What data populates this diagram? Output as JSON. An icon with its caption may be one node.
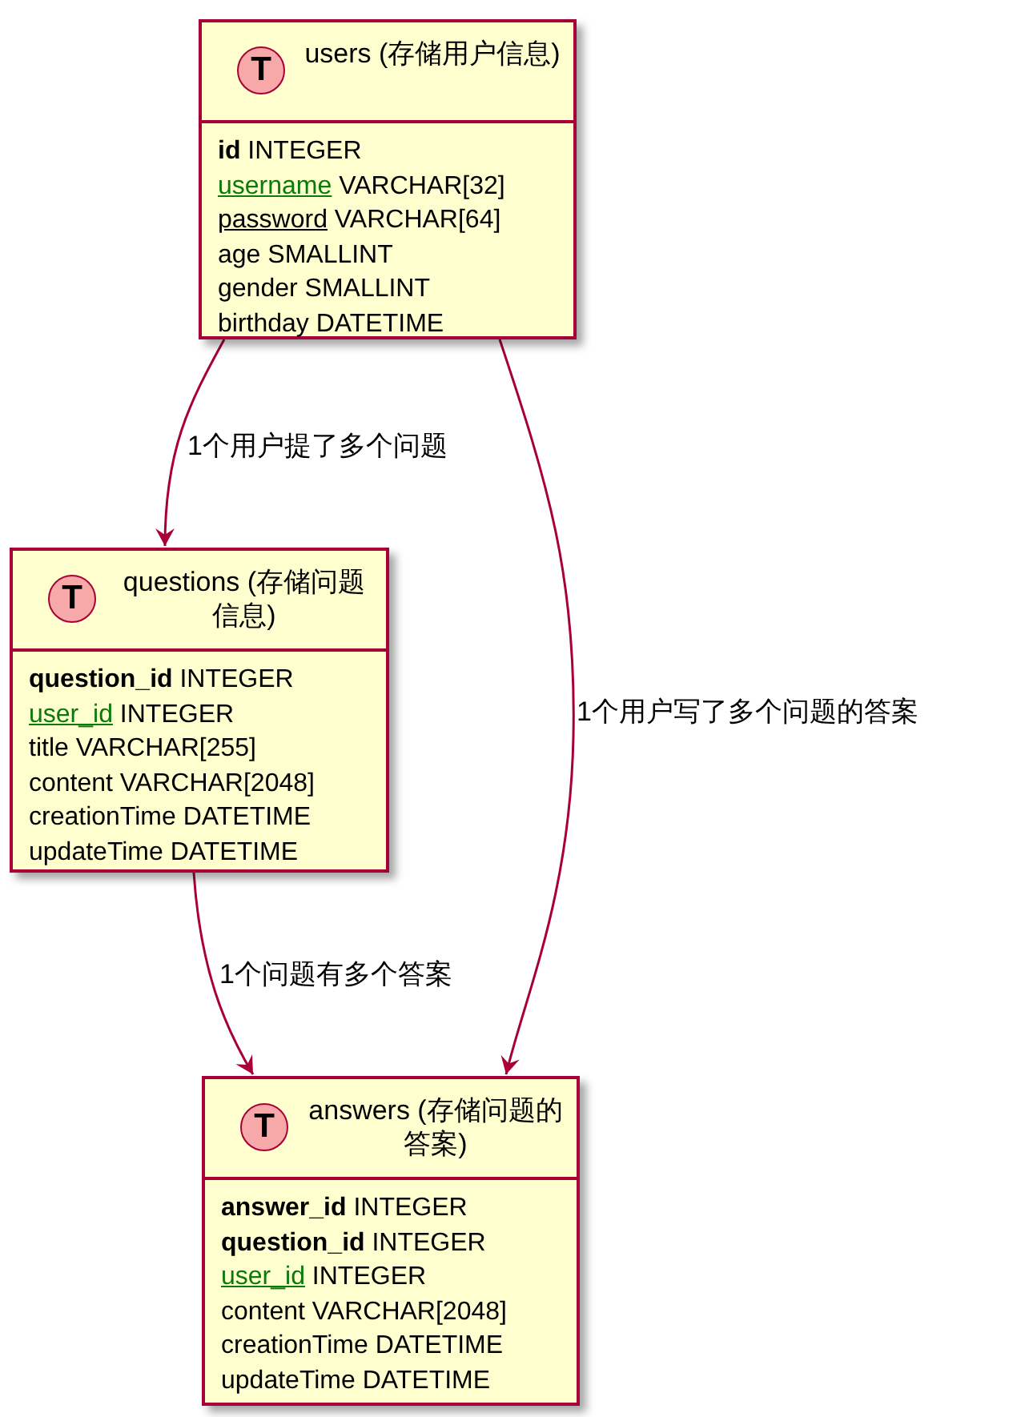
{
  "diagram": {
    "nodes": [
      {
        "text": [
          "T",
          "users (存储用户信息)",
          "**id** INTEGER",
          "username VARCHAR[32]",
          "password VARCHAR[64]",
          "age SMALLINT",
          "gender SMALLINT",
          "birthday DATETIME"
        ]
      },
      {
        "text": [
          "T",
          "questions (存储问题信息)",
          "**question_id** INTEGER",
          "user_id INTEGER",
          "title VARCHAR[255]",
          "content VARCHAR[2048]",
          "creationTime DATETIME",
          "updateTime DATETIME"
        ]
      },
      {
        "text": [
          "T",
          "answers (存储问题的答案)",
          "**answer_id** INTEGER",
          "**question_id** INTEGER",
          "user_id INTEGER",
          "content VARCHAR[2048]",
          "creationTime DATETIME",
          "updateTime DATETIME"
        ]
      }
    ],
    "edges": [
      {
        "from": 0,
        "to": 1,
        "arrow": "to",
        "label": "1个用户提了多个问题"
      },
      {
        "from": 0,
        "to": 2,
        "arrow": "to",
        "label": "1个用户写了多个问题的答案"
      },
      {
        "from": 1,
        "to": 2,
        "arrow": "to",
        "label": "1个问题有多个答案"
      }
    ]
  }
}
